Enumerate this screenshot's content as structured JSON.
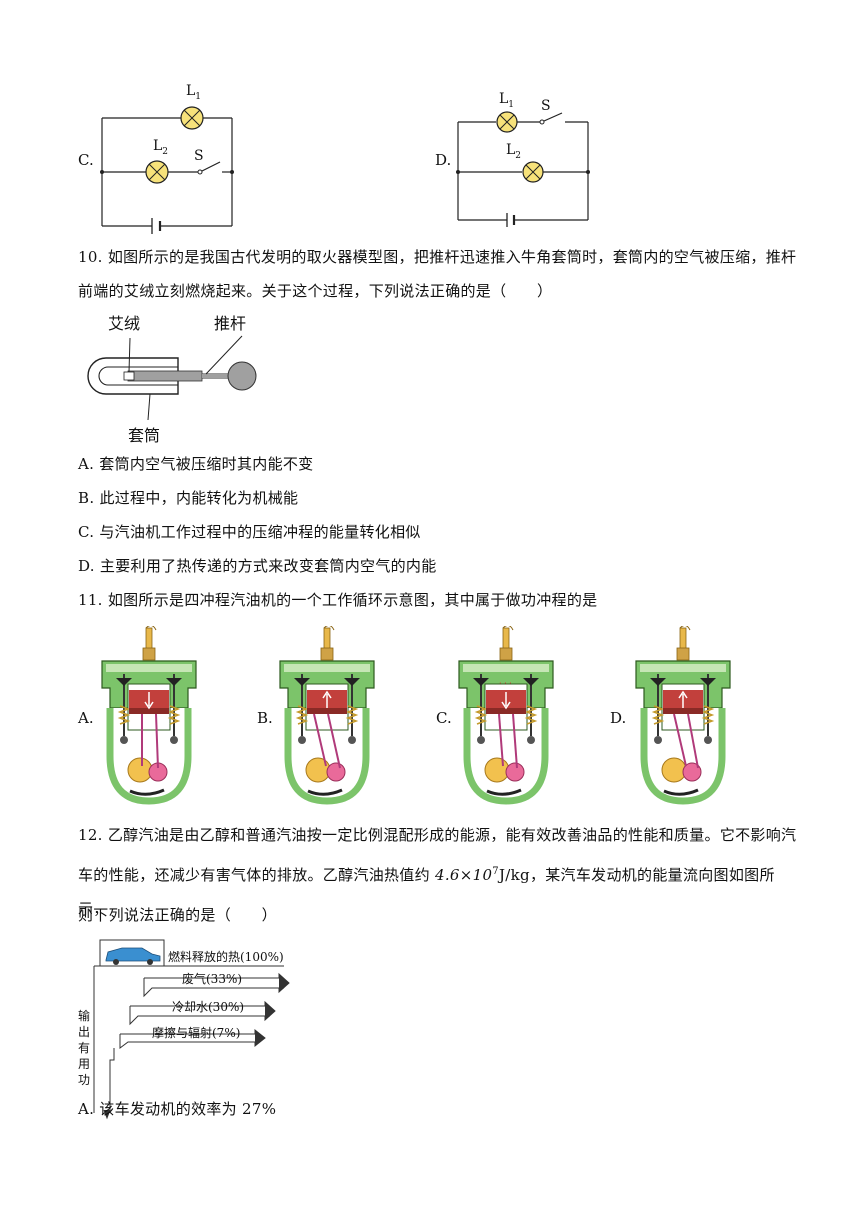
{
  "q9": {
    "optC": "C.",
    "optD": "D.",
    "L1": "L",
    "L1sub": "1",
    "L2": "L",
    "L2sub": "2",
    "S": "S"
  },
  "q10": {
    "line1": "10. 如图所示的是我国古代发明的取火器模型图，把推杆迅速推入牛角套筒时，套筒内的空气被压缩，推杆",
    "line2": "前端的艾绒立刻燃烧起来。关于这个过程，下列说法正确的是（　　）",
    "label_airong": "艾绒",
    "label_tuigan": "推杆",
    "label_taotong": "套筒",
    "options": [
      "A. 套筒内空气被压缩时其内能不变",
      "B. 此过程中，内能转化为机械能",
      "C. 与汽油机工作过程中的压缩冲程的能量转化相似",
      "D. 主要利用了热传递的方式来改变套筒内空气的内能"
    ]
  },
  "q11": {
    "line1": "11. 如图所示是四冲程汽油机的一个工作循环示意图，其中属于做功冲程的是",
    "labels": [
      "A.",
      "B.",
      "C.",
      "D."
    ]
  },
  "q12": {
    "line1": "12. 乙醇汽油是由乙醇和普通汽油按一定比例混配形成的能源，能有效改善油品的性能和质量。它不影响汽",
    "line2a": "车的性能，还减少有害气体的排放。乙醇汽油热值约 ",
    "value": "4.6×10",
    "exp": "7",
    "unit": "J/kg",
    "line2b": "，某汽车发动机的能量流向图如图所示，",
    "line3": "则下列说法正确的是（　　）",
    "flow": {
      "fuel": "燃料释放的热(100%)",
      "exhaust": "废气(33%)",
      "cooling": "冷却水(30%)",
      "friction": "摩擦与辐射(7%)",
      "output": [
        "输",
        "出",
        "有",
        "用",
        "功"
      ]
    },
    "optionA": "A. 该车发动机的效率为 27%"
  }
}
